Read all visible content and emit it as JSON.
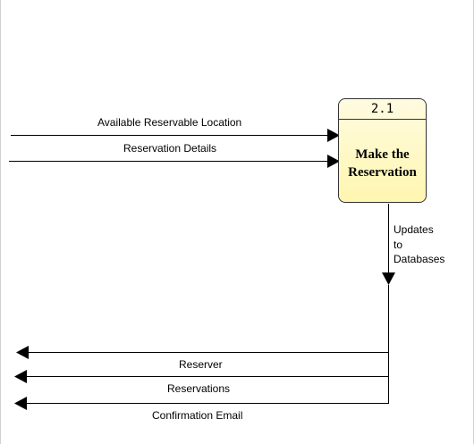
{
  "process": {
    "id": "2.1",
    "name_line1": "Make the",
    "name_line2": "Reservation"
  },
  "flows": {
    "available_reservable_location": "Available Reservable Location",
    "reservation_details": "Reservation Details",
    "updates_line1": "Updates",
    "updates_line2": "to",
    "updates_line3": "Databases",
    "reserver": "Reserver",
    "reservations": "Reservations",
    "confirmation_email": "Confirmation Email"
  },
  "colors": {
    "process_fill_top": "#fffbe0",
    "process_fill_bottom": "#fff6b0",
    "line": "#000000"
  }
}
